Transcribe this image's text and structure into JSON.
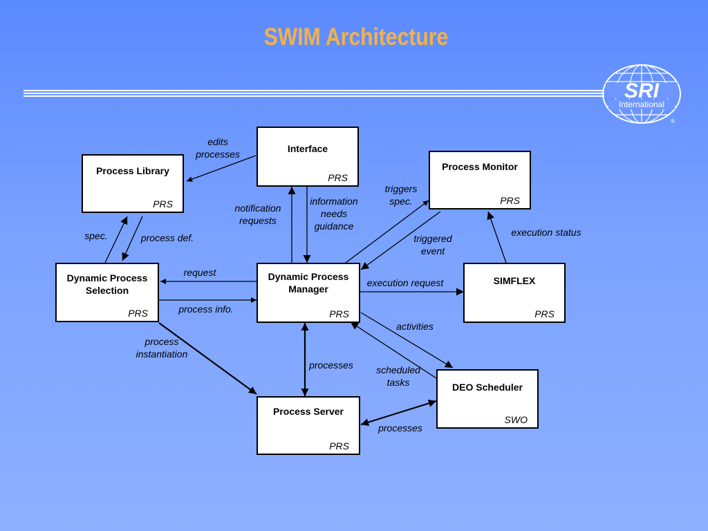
{
  "slide": {
    "title": "SWIM Architecture"
  },
  "logo": {
    "text": "SRI",
    "subtext": "International",
    "mark": "®"
  },
  "boxes": {
    "interface": {
      "name": "Interface",
      "system": "PRS"
    },
    "process_library": {
      "name": "Process Library",
      "system": "PRS"
    },
    "process_monitor": {
      "name": "Process Monitor",
      "system": "PRS"
    },
    "dynamic_process_selection": {
      "name": "Dynamic Process\nSelection",
      "system": "PRS"
    },
    "dynamic_process_manager": {
      "name": "Dynamic Process\nManager",
      "system": "PRS"
    },
    "simflex": {
      "name": "SIMFLEX",
      "system": "PRS"
    },
    "deo_scheduler": {
      "name": "DEO Scheduler",
      "system": "SWO"
    },
    "process_server": {
      "name": "Process Server",
      "system": "PRS"
    }
  },
  "labels": {
    "edits_processes": "edits\nprocesses",
    "notification_requests": "notification\nrequests",
    "information_needs_guidance": "information\nneeds\nguidance",
    "triggers_spec": "triggers\nspec.",
    "triggered_event": "triggered\nevent",
    "execution_status": "execution status",
    "spec": "spec.",
    "process_def": "process def.",
    "request": "request",
    "process_info": "process info.",
    "execution_request": "execution request",
    "activities": "activities",
    "process_instantiation": "process\ninstantiation",
    "processes_vertical": "processes",
    "scheduled_tasks": "scheduled\ntasks",
    "processes_bottom": "processes"
  },
  "colors": {
    "title": "#f2b24a",
    "background_top": "#5b8aff",
    "background_bottom": "#8fb0ff",
    "box_fill": "#ffffff",
    "line": "#000000"
  }
}
